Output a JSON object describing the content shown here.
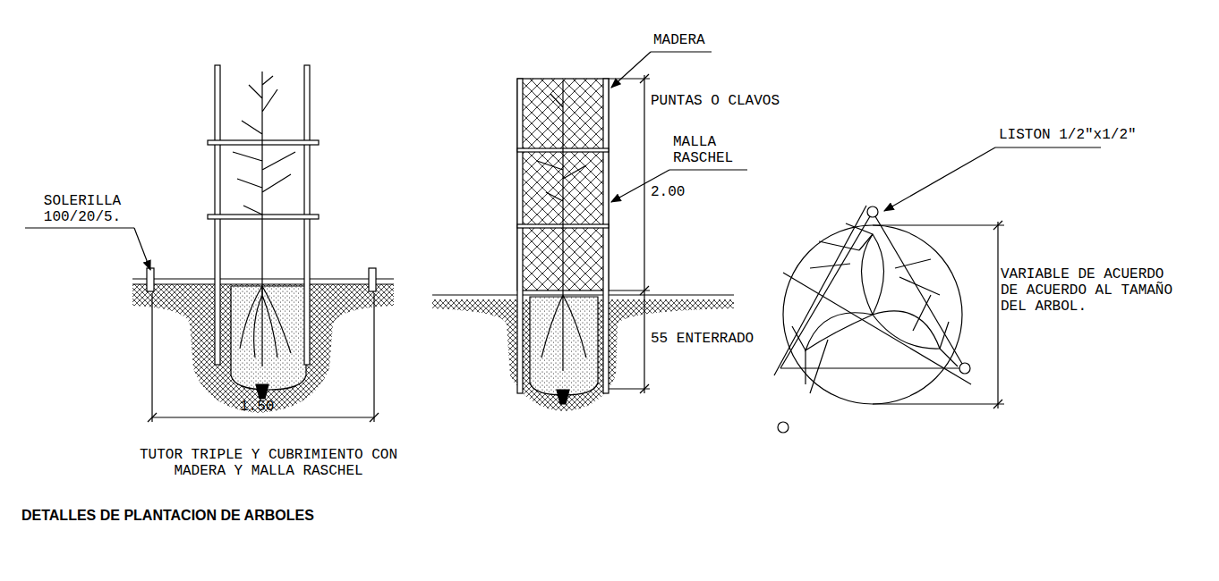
{
  "diagram": {
    "title": "DETALLES DE PLANTACION DE ARBOLES",
    "caption": "TUTOR TRIPLE Y CUBRIMIENTO CON MADERA Y MALLA RASCHEL",
    "labels": [
      "SOLERILLA 100/20/5.",
      "1.50",
      "MADERA",
      "PUNTAS O CLAVOS",
      "MALLA RASCHEL",
      "2.00",
      "55 ENTERRADO",
      "LISTON 1/2\"x1/2\"",
      "VARIABLE DE ACUERDO DE ACUERDO AL TAMAÑO DEL ARBOL."
    ]
  }
}
